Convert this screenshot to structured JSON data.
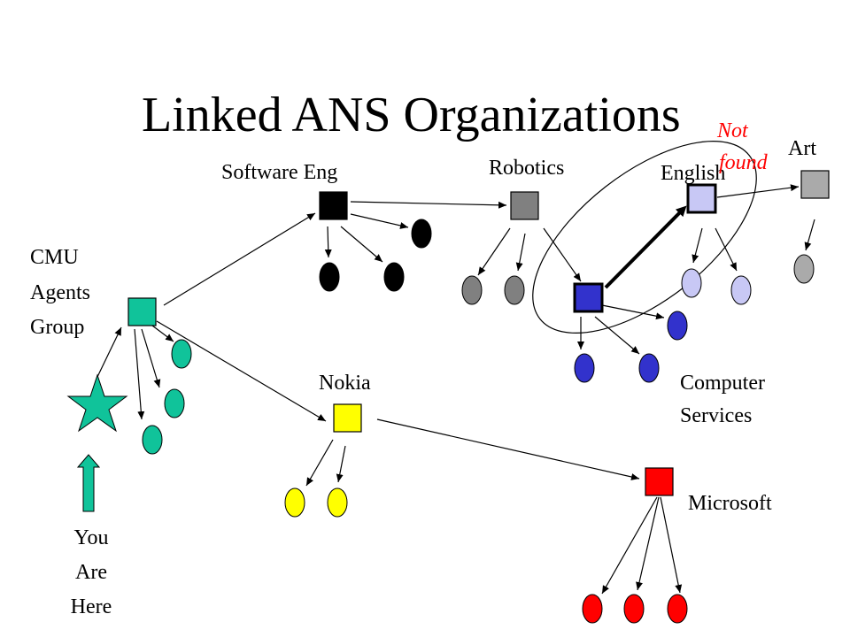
{
  "title": "Linked ANS Organizations",
  "labels": {
    "cmu": [
      "CMU",
      "Agents",
      "Group"
    ],
    "software_eng": "Software Eng",
    "robotics": "Robotics",
    "english": "English",
    "art": "Art",
    "not_found": [
      "Not",
      "found"
    ],
    "nokia": "Nokia",
    "computer_services": [
      "Computer",
      "Services"
    ],
    "microsoft": "Microsoft",
    "you_are_here": [
      "You",
      "Are",
      "Here"
    ]
  },
  "colors": {
    "cmu": "#10c39a",
    "software_eng": "#000000",
    "robotics": "#808080",
    "computer_services": "#3232cc",
    "english": "#c8c8f5",
    "art": "#aaaaaa",
    "nokia": "#ffff00",
    "microsoft": "#ff0000",
    "not_found": "#ff0000"
  }
}
